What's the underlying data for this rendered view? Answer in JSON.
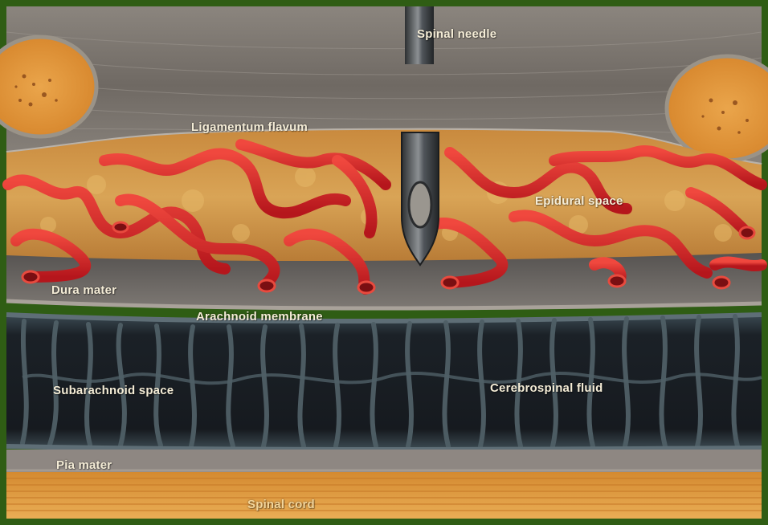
{
  "labels": {
    "spinal_needle": "Spinal needle",
    "ligamentum_flavum": "Ligamentum flavum",
    "epidural_space": "Epidural space",
    "dura_mater": "Dura mater",
    "arachnoid_membrane": "Arachnoid membrane",
    "subarachnoid_space": "Subarachnoid space",
    "cerebrospinal_fluid": "Cerebrospinal fluid",
    "pia_mater": "Pia mater",
    "spinal_cord": "Spinal cord"
  },
  "colors": {
    "frame": "#2f5d14",
    "ligament": "#7a736c",
    "bone": "#e39a3e",
    "fat": "#d59a4a",
    "vessel": "#d8262a",
    "dura": "#6e6a66",
    "csf_space": "#15181d",
    "trabeculae": "#4a5a60",
    "pia": "#8c8580",
    "cord": "#e2a14a",
    "needle": "#3f4346"
  }
}
